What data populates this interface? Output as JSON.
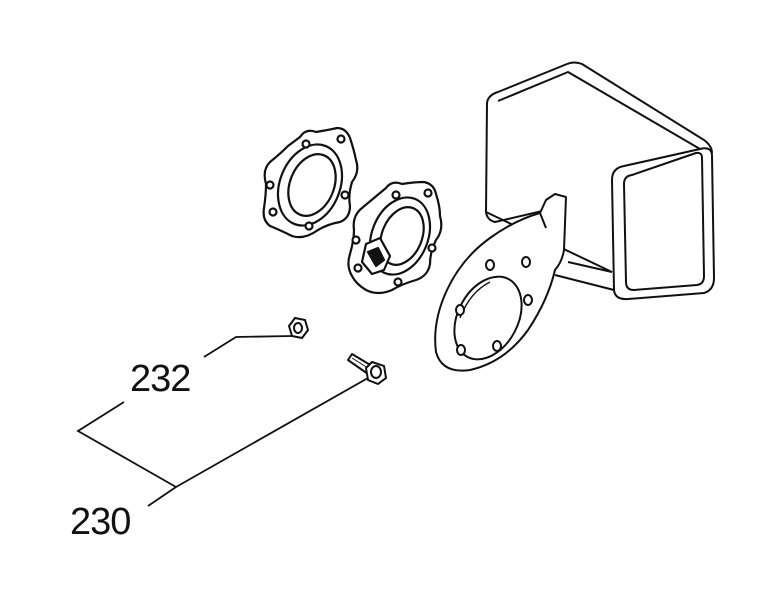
{
  "callouts": [
    {
      "id": "232",
      "text": "232"
    },
    {
      "id": "230",
      "text": "230"
    }
  ],
  "colors": {
    "line": "#111111",
    "background": "#ffffff"
  }
}
